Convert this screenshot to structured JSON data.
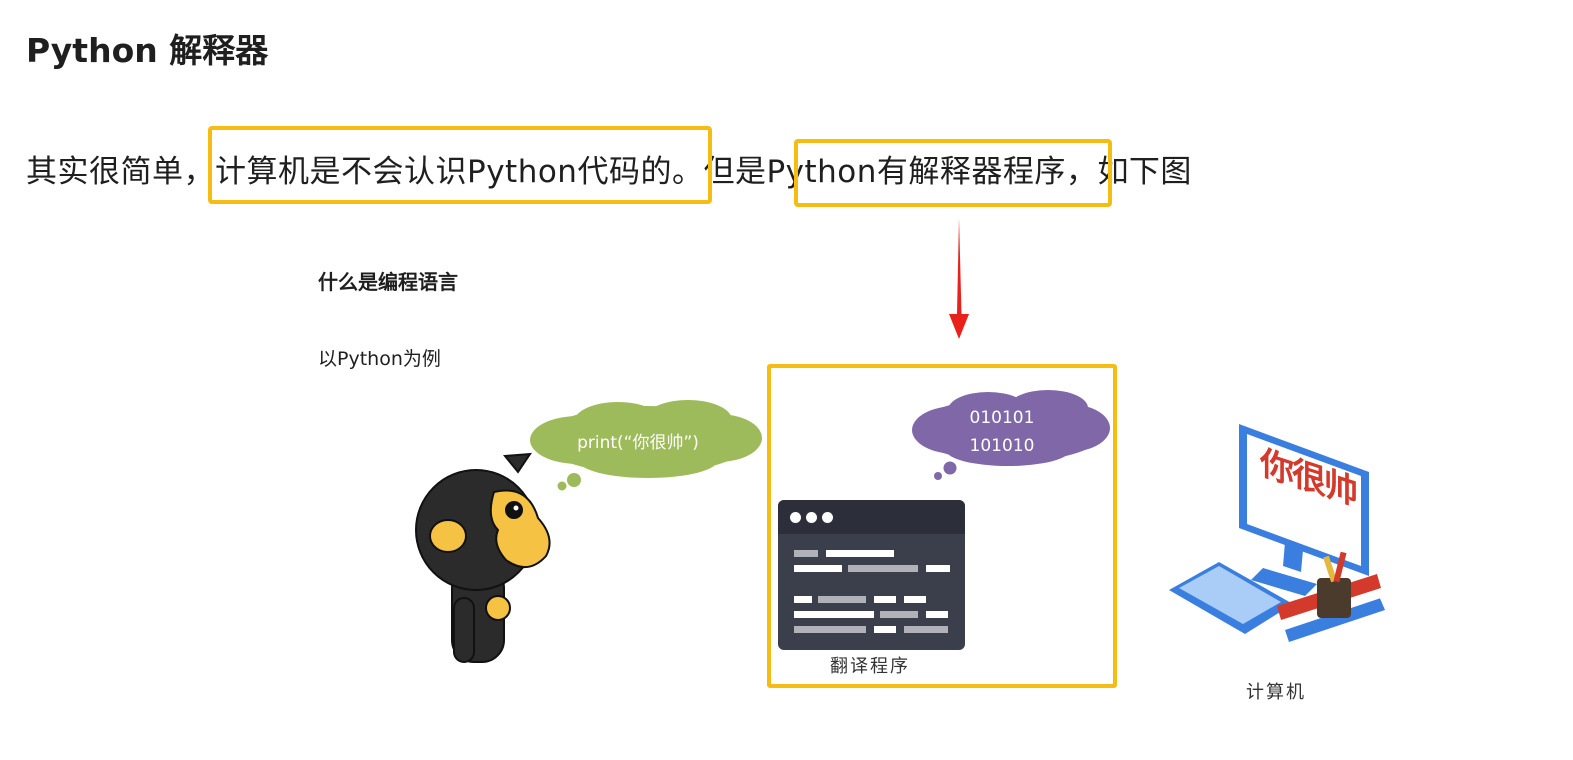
{
  "heading": "Python 解释器",
  "paragraph": {
    "part1": "其实很简单，",
    "part2": "计算机是不会认识Python代码的。",
    "part3": "但是",
    "part4": "Python有解释器程序，",
    "part5": "如下图"
  },
  "figure": {
    "title": "什么是编程语言",
    "subtitle": "以Python为例",
    "speech_bubble": "print(“你很帅”)",
    "binary_line1": "010101",
    "binary_line2": "101010",
    "translator_label": "翻译程序",
    "computer_label": "计算机",
    "screen_text": "你很帅"
  },
  "colors": {
    "highlight": "#f6bc12",
    "arrow": "#e8221b",
    "green_bubble": "#9dbb5a",
    "purple_bubble": "#7f67a8"
  }
}
